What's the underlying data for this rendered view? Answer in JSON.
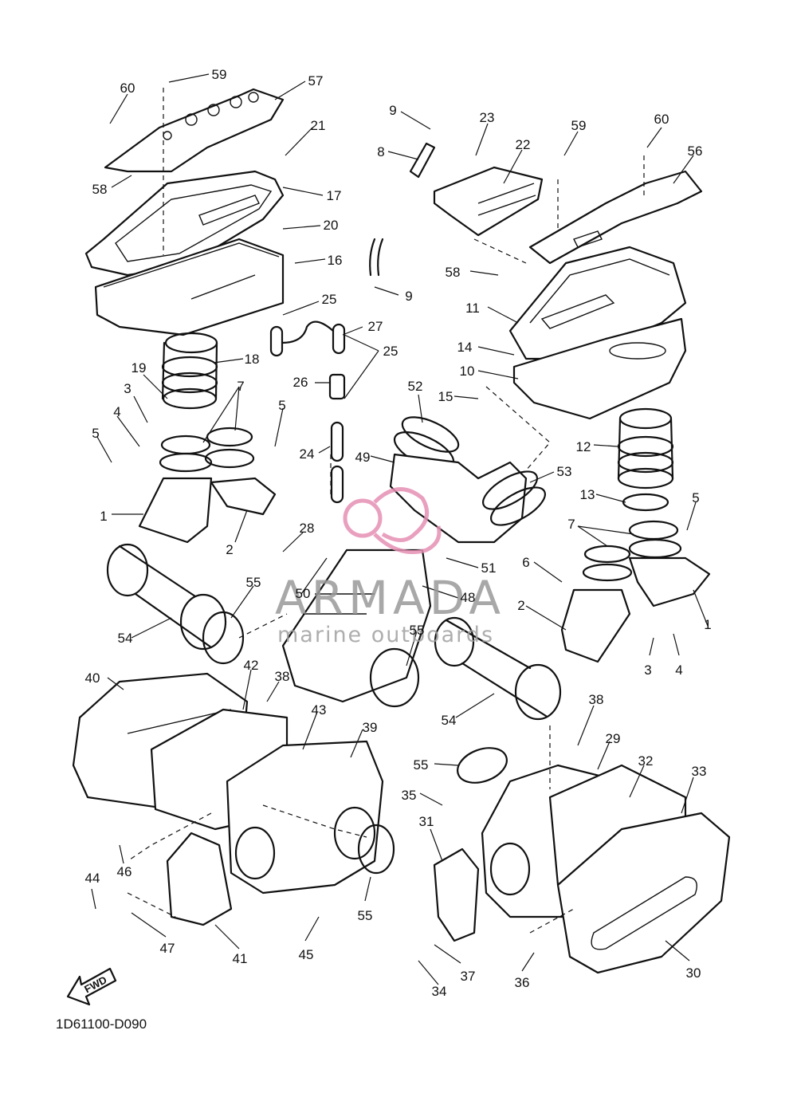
{
  "diagram": {
    "drawing_code": "1D61100-D090",
    "fwd_label": "FWD",
    "callouts": [
      "60",
      "59",
      "57",
      "21",
      "9",
      "23",
      "22",
      "59",
      "60",
      "56",
      "8",
      "17",
      "58",
      "20",
      "16",
      "58",
      "9",
      "25",
      "27",
      "11",
      "14",
      "10",
      "19",
      "18",
      "25",
      "26",
      "3",
      "7",
      "52",
      "15",
      "5",
      "4",
      "5",
      "24",
      "49",
      "12",
      "53",
      "1",
      "13",
      "5",
      "2",
      "28",
      "7",
      "51",
      "6",
      "55",
      "50",
      "48",
      "1",
      "2",
      "54",
      "55",
      "3",
      "4",
      "40",
      "42",
      "38",
      "54",
      "43",
      "39",
      "38",
      "29",
      "32",
      "33",
      "55",
      "35",
      "31",
      "46",
      "44",
      "55",
      "45",
      "47",
      "41",
      "37",
      "36",
      "34",
      "30"
    ],
    "colors": {
      "ink": "#111111",
      "watermark_text": "#9a9a9a",
      "watermark_logo": "#e58fb4"
    }
  },
  "watermark": {
    "brand": "ARMADA",
    "tagline": "marine outboards"
  }
}
